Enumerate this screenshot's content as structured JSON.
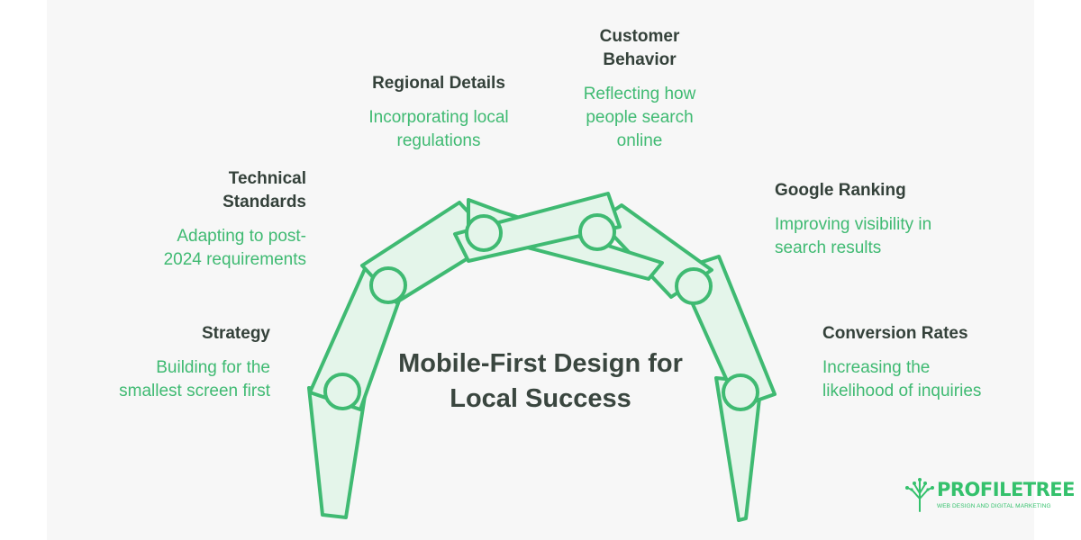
{
  "diagram": {
    "title": "Mobile-First Design for Local Success",
    "items": [
      {
        "title": "Strategy",
        "desc": "Building for the smallest screen first"
      },
      {
        "title": "Technical Standards",
        "desc": "Adapting to post-2024 requirements"
      },
      {
        "title": "Regional Details",
        "desc": "Incorporating local regulations"
      },
      {
        "title": "Customer Behavior",
        "desc": "Reflecting how people search online"
      },
      {
        "title": "Google Ranking",
        "desc": "Improving visibility in search results"
      },
      {
        "title": "Conversion Rates",
        "desc": "Increasing the likelihood of inquiries"
      }
    ]
  },
  "brand": {
    "name": "PROFILETREE",
    "tagline": "WEB DESIGN AND DIGITAL MARKETING",
    "color": "#34c16c"
  },
  "colors": {
    "accent": "#3fba72",
    "arch_fill": "#e4f5ea",
    "text_dark": "#34413a"
  }
}
